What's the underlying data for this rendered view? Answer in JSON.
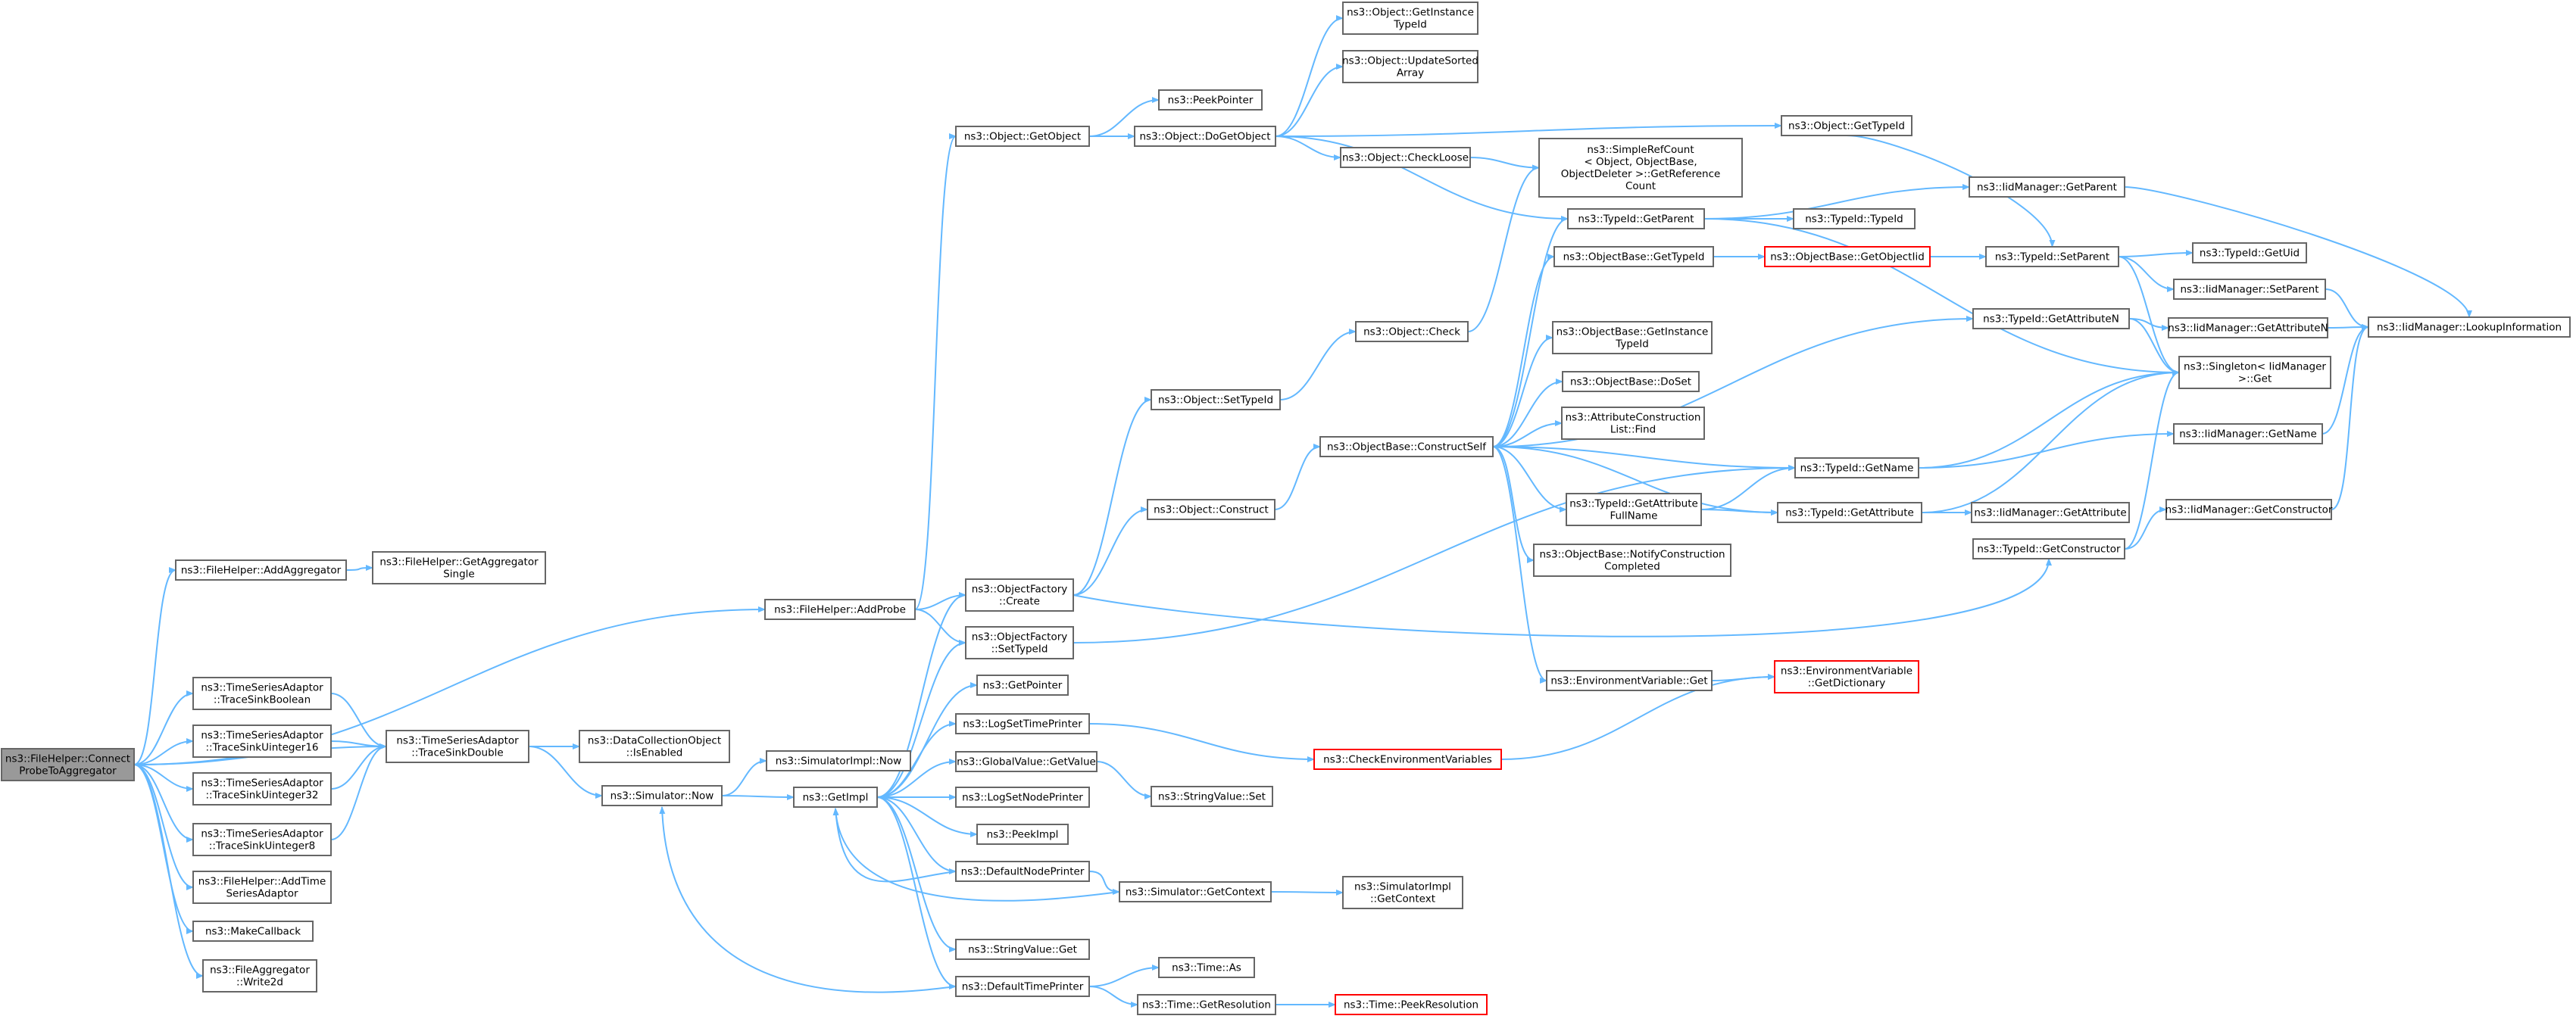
{
  "colors": {
    "edge": "#63b8ff",
    "node_border": "#666666",
    "node_fill": "#ffffff",
    "root_fill": "#999999",
    "red_border": "#ff0000"
  },
  "nodes": [
    {
      "id": "root",
      "lines": [
        "ns3::FileHelper::Connect",
        "ProbeToAggregator"
      ],
      "style": "root"
    },
    {
      "id": "addAggregator",
      "lines": [
        "ns3::FileHelper::AddAggregator"
      ]
    },
    {
      "id": "getAggSingle",
      "lines": [
        "ns3::FileHelper::GetAggregator",
        "Single"
      ]
    },
    {
      "id": "addProbe",
      "lines": [
        "ns3::FileHelper::AddProbe"
      ]
    },
    {
      "id": "tsBool",
      "lines": [
        "ns3::TimeSeriesAdaptor",
        "::TraceSinkBoolean"
      ]
    },
    {
      "id": "tsU16",
      "lines": [
        "ns3::TimeSeriesAdaptor",
        "::TraceSinkUinteger16"
      ]
    },
    {
      "id": "tsU32",
      "lines": [
        "ns3::TimeSeriesAdaptor",
        "::TraceSinkUinteger32"
      ]
    },
    {
      "id": "tsU8",
      "lines": [
        "ns3::TimeSeriesAdaptor",
        "::TraceSinkUinteger8"
      ]
    },
    {
      "id": "addTSA",
      "lines": [
        "ns3::FileHelper::AddTime",
        "SeriesAdaptor"
      ]
    },
    {
      "id": "makeCallback",
      "lines": [
        "ns3::MakeCallback"
      ]
    },
    {
      "id": "faWrite2d",
      "lines": [
        "ns3::FileAggregator",
        "::Write2d"
      ]
    },
    {
      "id": "tsDouble",
      "lines": [
        "ns3::TimeSeriesAdaptor",
        "::TraceSinkDouble"
      ]
    },
    {
      "id": "dcoEnabled",
      "lines": [
        "ns3::DataCollectionObject",
        "::IsEnabled"
      ]
    },
    {
      "id": "simNow",
      "lines": [
        "ns3::Simulator::Now"
      ]
    },
    {
      "id": "simImplNow",
      "lines": [
        "ns3::SimulatorImpl::Now"
      ]
    },
    {
      "id": "getImpl",
      "lines": [
        "ns3::GetImpl"
      ]
    },
    {
      "id": "objGetObject",
      "lines": [
        "ns3::Object::GetObject"
      ]
    },
    {
      "id": "peekPointer",
      "lines": [
        "ns3::PeekPointer"
      ]
    },
    {
      "id": "objDoGetObject",
      "lines": [
        "ns3::Object::DoGetObject"
      ]
    },
    {
      "id": "objGetInstanceTypeId",
      "lines": [
        "ns3::Object::GetInstance",
        "TypeId"
      ]
    },
    {
      "id": "objUpdateSorted",
      "lines": [
        "ns3::Object::UpdateSorted",
        "Array"
      ]
    },
    {
      "id": "objCheckLoose",
      "lines": [
        "ns3::Object::CheckLoose"
      ]
    },
    {
      "id": "objGetTypeId",
      "lines": [
        "ns3::Object::GetTypeId"
      ]
    },
    {
      "id": "simpleRefCount",
      "lines": [
        "ns3::SimpleRefCount",
        "< Object, ObjectBase,",
        "ObjectDeleter >::GetReference",
        "Count"
      ]
    },
    {
      "id": "typeIdGetParent",
      "lines": [
        "ns3::TypeId::GetParent"
      ]
    },
    {
      "id": "typeIdTypeId",
      "lines": [
        "ns3::TypeId::TypeId"
      ]
    },
    {
      "id": "iidGetParent",
      "lines": [
        "ns3::IidManager::GetParent"
      ]
    },
    {
      "id": "obGetTypeId",
      "lines": [
        "ns3::ObjectBase::GetTypeId"
      ]
    },
    {
      "id": "obGetObjectIid",
      "lines": [
        "ns3::ObjectBase::GetObjectIid"
      ],
      "style": "red"
    },
    {
      "id": "typeIdSetParent",
      "lines": [
        "ns3::TypeId::SetParent"
      ]
    },
    {
      "id": "typeIdGetUid",
      "lines": [
        "ns3::TypeId::GetUid"
      ]
    },
    {
      "id": "iidSetParent",
      "lines": [
        "ns3::IidManager::SetParent"
      ]
    },
    {
      "id": "typeIdGetAttributeN",
      "lines": [
        "ns3::TypeId::GetAttributeN"
      ]
    },
    {
      "id": "iidGetAttributeN",
      "lines": [
        "ns3::IidManager::GetAttributeN"
      ]
    },
    {
      "id": "iidLookup",
      "lines": [
        "ns3::IidManager::LookupInformation"
      ]
    },
    {
      "id": "singletonGet",
      "lines": [
        "ns3::Singleton< IidManager",
        " >::Get"
      ]
    },
    {
      "id": "objCheck",
      "lines": [
        "ns3::Object::Check"
      ]
    },
    {
      "id": "obGetInstanceTypeId",
      "lines": [
        "ns3::ObjectBase::GetInstance",
        "TypeId"
      ]
    },
    {
      "id": "obDoSet",
      "lines": [
        "ns3::ObjectBase::DoSet"
      ]
    },
    {
      "id": "acListFind",
      "lines": [
        "ns3::AttributeConstruction",
        "List::Find"
      ]
    },
    {
      "id": "objSetTypeId",
      "lines": [
        "ns3::Object::SetTypeId"
      ]
    },
    {
      "id": "obConstructSelf",
      "lines": [
        "ns3::ObjectBase::ConstructSelf"
      ]
    },
    {
      "id": "typeIdGetName",
      "lines": [
        "ns3::TypeId::GetName"
      ]
    },
    {
      "id": "iidGetName",
      "lines": [
        "ns3::IidManager::GetName"
      ]
    },
    {
      "id": "objConstruct",
      "lines": [
        "ns3::Object::Construct"
      ]
    },
    {
      "id": "typeIdGetAttrFullName",
      "lines": [
        "ns3::TypeId::GetAttribute",
        "FullName"
      ]
    },
    {
      "id": "typeIdGetAttribute",
      "lines": [
        "ns3::TypeId::GetAttribute"
      ]
    },
    {
      "id": "iidGetAttribute",
      "lines": [
        "ns3::IidManager::GetAttribute"
      ]
    },
    {
      "id": "iidGetConstructor",
      "lines": [
        "ns3::IidManager::GetConstructor"
      ]
    },
    {
      "id": "typeIdGetConstructor",
      "lines": [
        "ns3::TypeId::GetConstructor"
      ]
    },
    {
      "id": "obNotify",
      "lines": [
        "ns3::ObjectBase::NotifyConstruction",
        "Completed"
      ]
    },
    {
      "id": "ofCreate",
      "lines": [
        "ns3::ObjectFactory",
        "::Create"
      ]
    },
    {
      "id": "ofSetTypeId",
      "lines": [
        "ns3::ObjectFactory",
        "::SetTypeId"
      ]
    },
    {
      "id": "envGet",
      "lines": [
        "ns3::EnvironmentVariable::Get"
      ]
    },
    {
      "id": "envGetDict",
      "lines": [
        "ns3::EnvironmentVariable",
        "::GetDictionary"
      ],
      "style": "red"
    },
    {
      "id": "getPointer",
      "lines": [
        "ns3::GetPointer"
      ]
    },
    {
      "id": "logSetTimePrinter",
      "lines": [
        "ns3::LogSetTimePrinter"
      ]
    },
    {
      "id": "checkEnvVars",
      "lines": [
        "ns3::CheckEnvironmentVariables"
      ],
      "style": "red"
    },
    {
      "id": "gvGetValue",
      "lines": [
        "ns3::GlobalValue::GetValue"
      ]
    },
    {
      "id": "svSet",
      "lines": [
        "ns3::StringValue::Set"
      ]
    },
    {
      "id": "logSetNodePrinter",
      "lines": [
        "ns3::LogSetNodePrinter"
      ]
    },
    {
      "id": "peekImpl",
      "lines": [
        "ns3::PeekImpl"
      ]
    },
    {
      "id": "defaultNodePrinter",
      "lines": [
        "ns3::DefaultNodePrinter"
      ]
    },
    {
      "id": "simGetContext",
      "lines": [
        "ns3::Simulator::GetContext"
      ]
    },
    {
      "id": "simImplGetContext",
      "lines": [
        "ns3::SimulatorImpl",
        "::GetContext"
      ]
    },
    {
      "id": "svGet",
      "lines": [
        "ns3::StringValue::Get"
      ]
    },
    {
      "id": "defaultTimePrinter",
      "lines": [
        "ns3::DefaultTimePrinter"
      ]
    },
    {
      "id": "timeAs",
      "lines": [
        "ns3::Time::As"
      ]
    },
    {
      "id": "timeGetRes",
      "lines": [
        "ns3::Time::GetResolution"
      ]
    },
    {
      "id": "timePeekRes",
      "lines": [
        "ns3::Time::PeekResolution"
      ],
      "style": "red"
    }
  ]
}
